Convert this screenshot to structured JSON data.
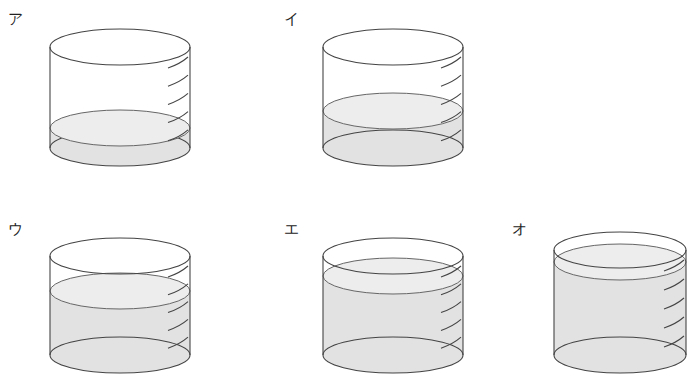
{
  "diagram": {
    "labels": [
      "ア",
      "イ",
      "ウ",
      "エ",
      "オ"
    ]
  }
}
